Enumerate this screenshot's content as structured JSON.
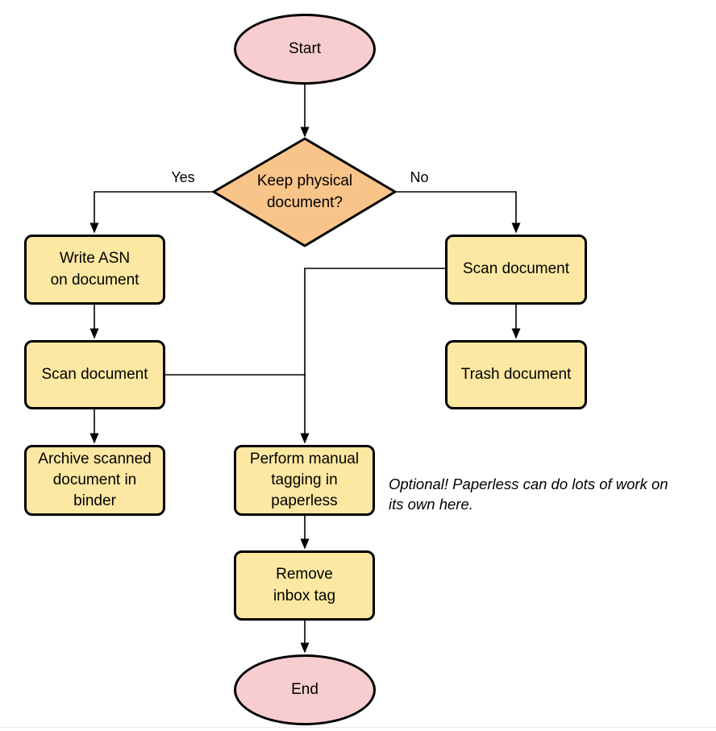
{
  "diagram": {
    "nodes": {
      "start": {
        "label": "Start"
      },
      "decision": {
        "label": "Keep physical\ndocument?"
      },
      "write_asn": {
        "label": "Write ASN\non document"
      },
      "scan_left": {
        "label": "Scan document"
      },
      "archive": {
        "label": "Archive scanned\ndocument in\nbinder"
      },
      "scan_right": {
        "label": "Scan document"
      },
      "trash": {
        "label": "Trash document"
      },
      "tagging": {
        "label": "Perform manual\ntagging in\npaperless"
      },
      "remove_inbox": {
        "label": "Remove\ninbox tag"
      },
      "end": {
        "label": "End"
      }
    },
    "edges": {
      "yes_label": "Yes",
      "no_label": "No"
    },
    "annotation": "Optional! Paperless can do lots of work on\nits own here.",
    "colors": {
      "terminator_fill": "#f8cdd0",
      "process_fill": "#fce8a2",
      "decision_fill": "#f9c489",
      "stroke": "#000000",
      "canvas_bg": "#ffffff",
      "bottom_rule": "#ececec"
    }
  }
}
